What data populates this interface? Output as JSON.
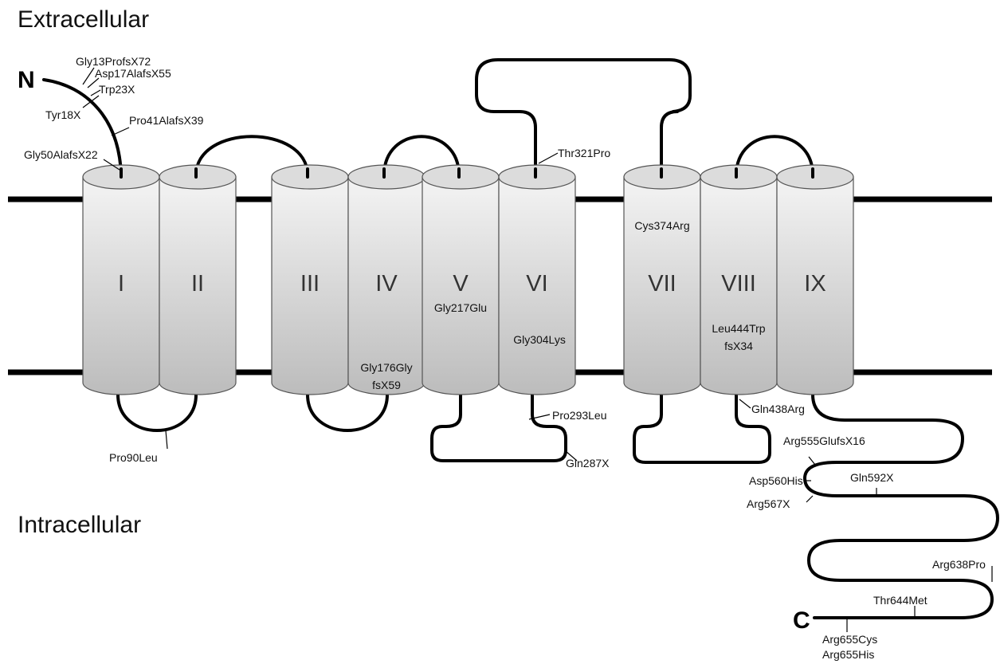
{
  "labels": {
    "extracellular": "Extracellular",
    "intracellular": "Intracellular",
    "n_terminus": "N",
    "c_terminus": "C"
  },
  "helices": [
    "I",
    "II",
    "III",
    "IV",
    "V",
    "VI",
    "VII",
    "VIII",
    "IX"
  ],
  "mutations": {
    "gly13": "Gly13ProfsX72",
    "asp17": "Asp17AlafsX55",
    "trp23": "Trp23X",
    "tyr18": "Tyr18X",
    "pro41": "Pro41AlafsX39",
    "gly50": "Gly50AlafsX22",
    "thr321": "Thr321Pro",
    "cys374": "Cys374Arg",
    "gly217": "Gly217Glu",
    "gly304": "Gly304Lys",
    "leu444_1": "Leu444Trp",
    "leu444_2": "fsX34",
    "gly176_1": "Gly176Gly",
    "gly176_2": "fsX59",
    "pro90": "Pro90Leu",
    "pro293": "Pro293Leu",
    "gln287": "Gln287X",
    "gln438": "Gln438Arg",
    "arg555": "Arg555GlufsX16",
    "asp560": "Asp560His",
    "gln592": "Gln592X",
    "arg567": "Arg567X",
    "arg638": "Arg638Pro",
    "thr644": "Thr644Met",
    "arg655cys": "Arg655Cys",
    "arg655his": "Arg655His"
  }
}
